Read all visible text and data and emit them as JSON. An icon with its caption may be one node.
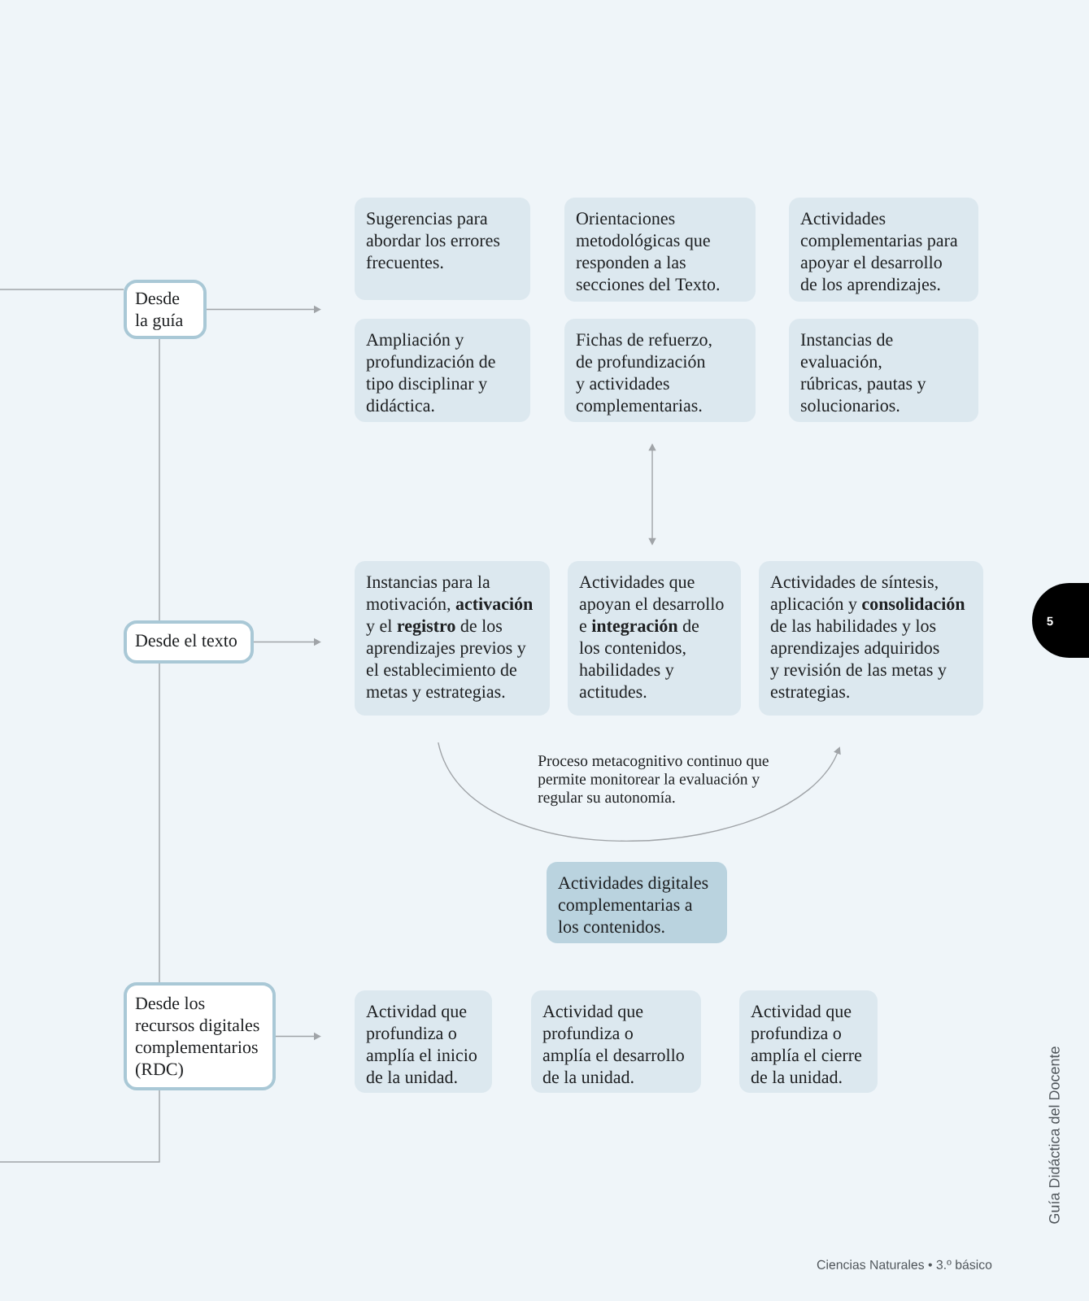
{
  "diagram": {
    "nodes": [
      {
        "text": [
          "Desde la guía"
        ]
      },
      {
        "text": [
          "Sugerencias para abordar los errores frecuentes."
        ]
      },
      {
        "text": [
          "Orientaciones metodológicas que responden a las secciones del Texto."
        ]
      },
      {
        "text": [
          "Actividades complementarias para apoyar el desarrollo de los aprendizajes."
        ]
      },
      {
        "text": [
          "Ampliación y profundización de tipo disciplinar y didáctica."
        ]
      },
      {
        "text": [
          "Fichas de refuerzo, de profundización y actividades complementarias."
        ]
      },
      {
        "text": [
          "Instancias de evaluación, rúbricas, pautas y solucionarios."
        ]
      },
      {
        "text": [
          "Desde el texto"
        ]
      },
      {
        "text": [
          "Instancias para la motivación, **activación** y el **registro** de los aprendizajes previos y el establecimiento de metas y estrategias."
        ]
      },
      {
        "text": [
          "Actividades que apoyan el desarrollo e **integración** de los contenidos, habilidades y actitudes."
        ]
      },
      {
        "text": [
          "Actividades de síntesis, aplicación y **consolidación** de las habilidades y los aprendizajes adquiridos y revisión de las metas y estrategias."
        ]
      },
      {
        "text": [
          "Actividades digitales complementarias a los contenidos."
        ]
      },
      {
        "text": [
          "Desde los recursos digitales complementarios (RDC)"
        ]
      },
      {
        "text": [
          "Actividad que profundiza o amplía el inicio de la unidad."
        ]
      },
      {
        "text": [
          "Actividad que profundiza o amplía el desarrollo de la unidad."
        ]
      },
      {
        "text": [
          "Actividad que profundiza o amplía el cierre de la unidad."
        ]
      },
      {
        "text": [
          "5"
        ]
      }
    ],
    "edges": [
      {
        "from": null,
        "to": 0,
        "arrow": "none"
      },
      {
        "from": 0,
        "to": null,
        "arrow": "to"
      },
      {
        "from": 0,
        "to": 7,
        "arrow": "none"
      },
      {
        "from": 7,
        "to": null,
        "arrow": "to"
      },
      {
        "from": 7,
        "to": 12,
        "arrow": "none"
      },
      {
        "from": 12,
        "to": null,
        "arrow": "to"
      },
      {
        "from": 12,
        "to": null,
        "arrow": "none"
      },
      {
        "from": 5,
        "to": 9,
        "arrow": "both"
      },
      {
        "from": 8,
        "to": 10,
        "arrow": "to",
        "label": "Proceso metacognitivo continuo que permite monitorear la evaluación y regular su autonomía."
      }
    ],
    "labels": [
      "Guía Didáctica del Docente",
      "Ciencias Naturales • 3.º básico"
    ]
  }
}
